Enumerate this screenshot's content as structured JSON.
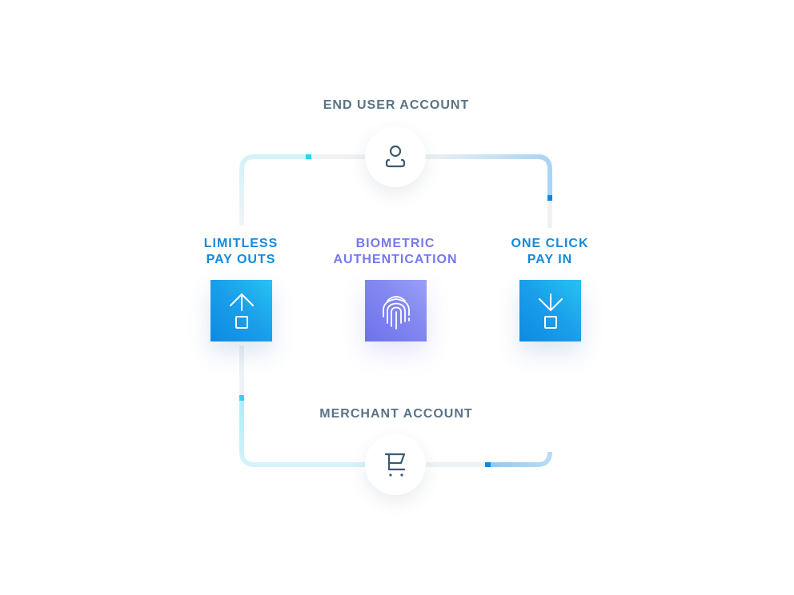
{
  "diagram": {
    "nodes": {
      "top": {
        "label": "END USER ACCOUNT",
        "icon": "user-icon"
      },
      "bottom": {
        "label": "MERCHANT ACCOUNT",
        "icon": "shopping-cart-icon"
      }
    },
    "features": [
      {
        "line1": "LIMITLESS",
        "line2": "PAY OUTS",
        "icon": "upload-arrow-icon"
      },
      {
        "line1": "BIOMETRIC",
        "line2": "AUTHENTICATION",
        "icon": "fingerprint-icon"
      },
      {
        "line1": "ONE CLICK",
        "line2": "PAY IN",
        "icon": "download-arrow-icon"
      }
    ]
  },
  "colors": {
    "label_dark": "#5a7385",
    "label_blue": "#1389dc",
    "label_purple": "#7478ee",
    "icon_dark": "#3d5a71",
    "loop_track": "#eef2f4",
    "accent_cyan": "#2fd3f3",
    "accent_blue": "#0c87e0"
  }
}
